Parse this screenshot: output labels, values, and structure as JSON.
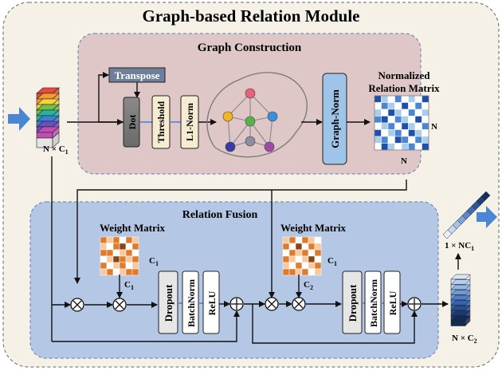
{
  "title": "Graph-based Relation Module",
  "graph_construction": {
    "title": "Graph Construction",
    "transpose": "Transpose",
    "dot": "Dot",
    "threshold": "Threshold",
    "l1norm": "L1-Norm",
    "graph_norm": "Graph-Norm",
    "matrix_title_1": "Normalized",
    "matrix_title_2": "Relation Matrix",
    "matrix_side_label": "N",
    "matrix_bottom_label": "N"
  },
  "input": {
    "label_main": "N × C",
    "label_sub": "1"
  },
  "relation_fusion": {
    "title": "Relation Fusion",
    "weight_matrix_1": "Weight Matrix",
    "weight_matrix_2": "Weight Matrix",
    "wm1_side_main": "C",
    "wm1_side_sub": "1",
    "wm1_bottom_main": "C",
    "wm1_bottom_sub": "1",
    "wm2_side_main": "C",
    "wm2_side_sub": "1",
    "wm2_bottom_main": "C",
    "wm2_bottom_sub": "2",
    "dropout": "Dropout",
    "batchnorm": "BatchNorm",
    "relu": "ReLU"
  },
  "output": {
    "flat_label_main": "1 × NC",
    "flat_label_sub": "1",
    "stack_label_main": "N × C",
    "stack_label_sub": "2"
  },
  "colors": {
    "outer_bg": "#f5f1e6",
    "construction_bg": "#dfc7c7",
    "fusion_bg": "#b4c7e4",
    "accent_blue": "#4a86d4",
    "graph_norm_fill": "#9ec4e8",
    "matrix_orange": "#e07b2a",
    "matrix_dark": "#8b4513"
  }
}
